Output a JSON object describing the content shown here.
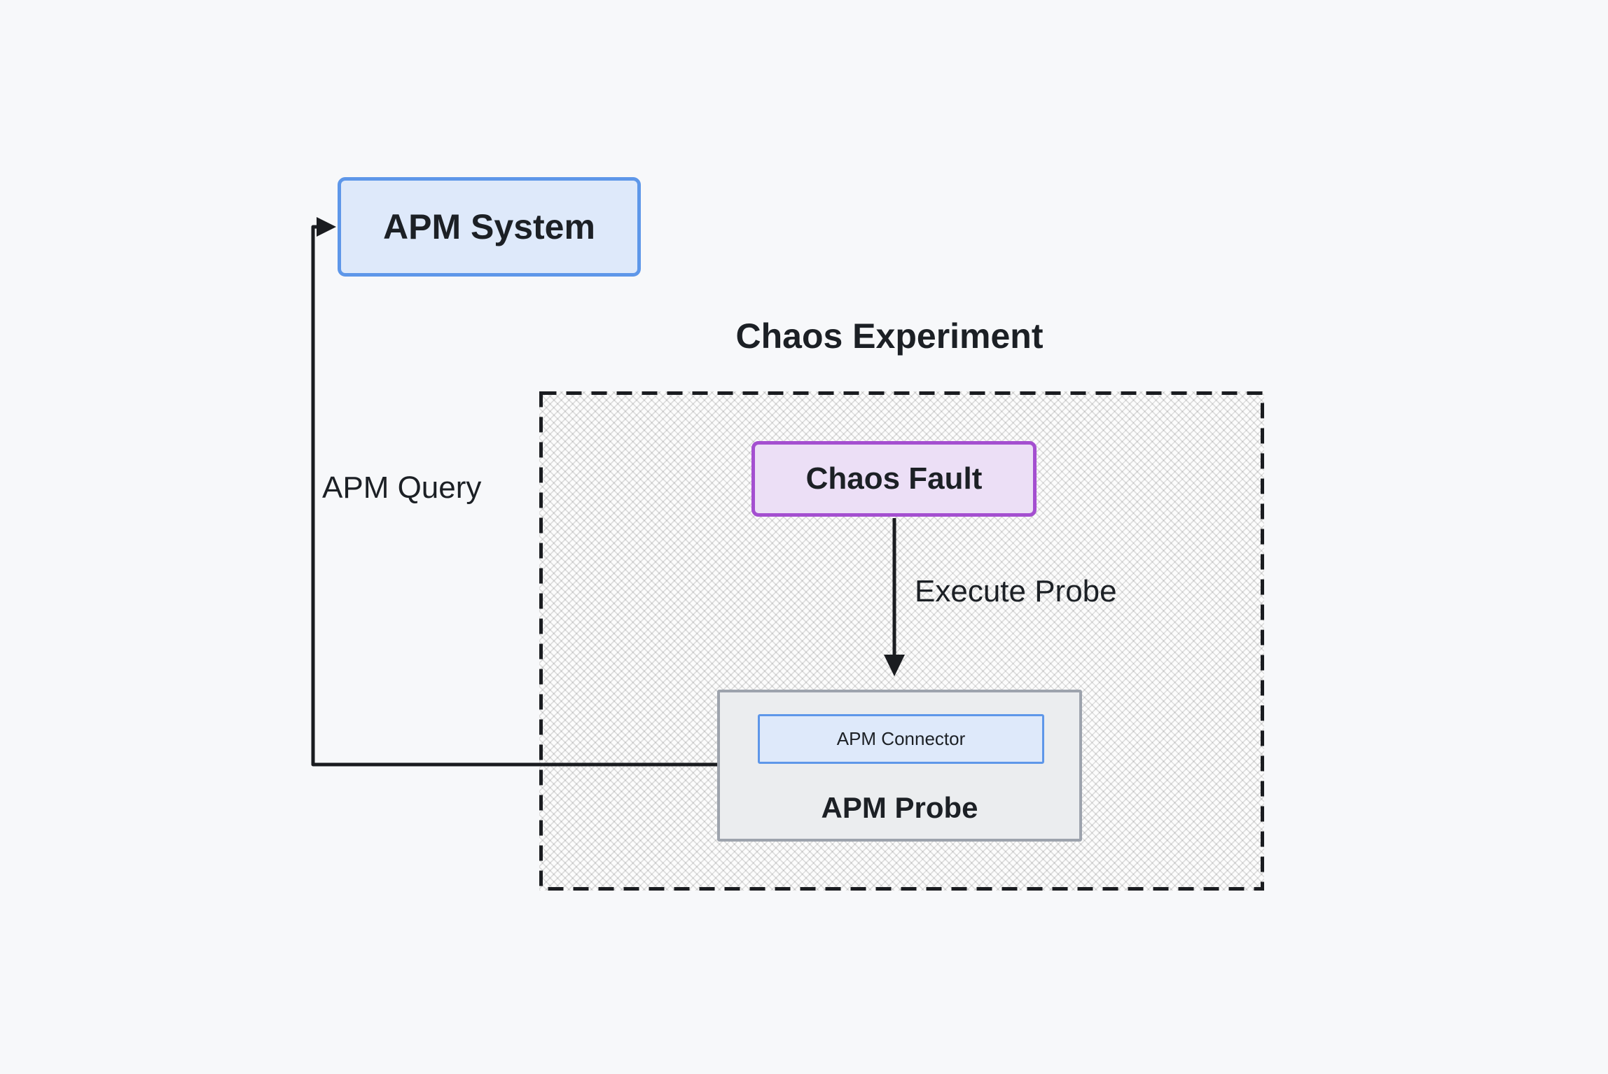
{
  "diagram": {
    "background_color": "#F7F8FA",
    "text_color": "#1C2025",
    "line_color": "#1A1C20",
    "apm_system": {
      "label": "APM System",
      "border_color": "#5E97E9",
      "fill_color": "#DEE9FA"
    },
    "chaos_experiment": {
      "title": "Chaos Experiment",
      "border_style": "dashed",
      "border_color": "#1A1C20",
      "fill_pattern": "diagonal-crosshatch",
      "chaos_fault": {
        "label": "Chaos Fault",
        "border_color": "#A44FD0",
        "fill_color": "#ECDFF6"
      },
      "apm_probe": {
        "label": "APM Probe",
        "border_color": "#9DA3AD",
        "fill_color": "#EBEDEF",
        "apm_connector": {
          "label": "APM Connector",
          "border_color": "#5E97E9",
          "fill_color": "#DEE9FA"
        }
      }
    },
    "edges": {
      "apm_query": {
        "label": "APM Query",
        "from": "APM Probe",
        "to": "APM System"
      },
      "execute_probe": {
        "label": "Execute Probe",
        "from": "Chaos Fault",
        "to": "APM Probe"
      }
    }
  }
}
